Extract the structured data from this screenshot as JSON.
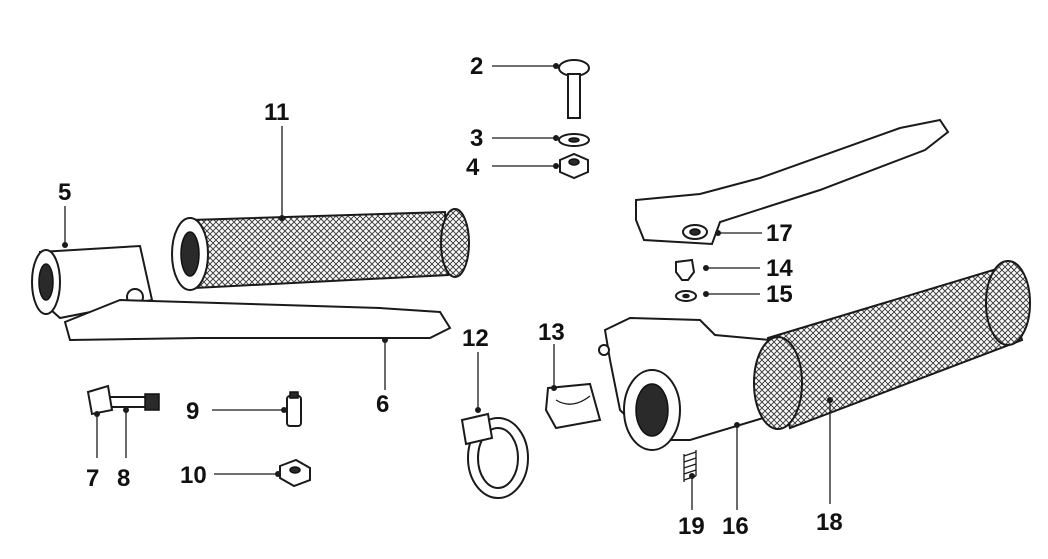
{
  "diagram": {
    "colors": {
      "ink": "#1a1a1a",
      "paper": "#ffffff",
      "knurl": "#555555"
    },
    "callouts": {
      "c2": "2",
      "c3": "3",
      "c4": "4",
      "c5": "5",
      "c6": "6",
      "c7": "7",
      "c8": "8",
      "c9": "9",
      "c10": "10",
      "c11": "11",
      "c12": "12",
      "c13": "13",
      "c14": "14",
      "c15": "15",
      "c16": "16",
      "c17": "17",
      "c18": "18",
      "c19": "19"
    }
  }
}
